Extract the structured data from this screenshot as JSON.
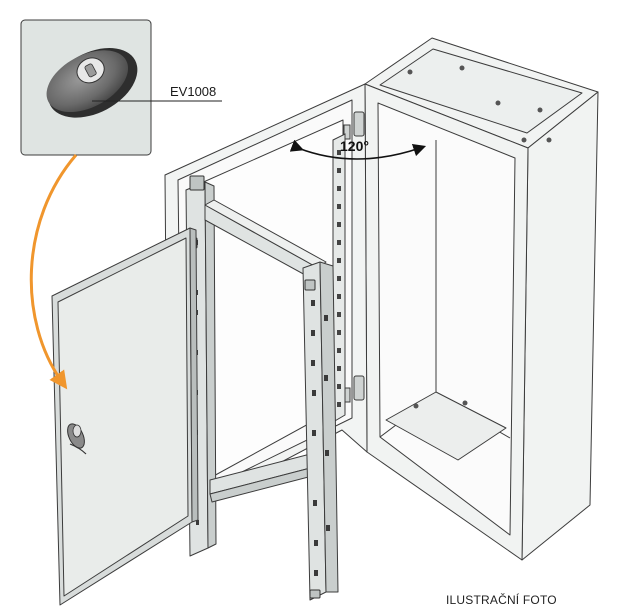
{
  "part_code": "EV1008",
  "angle_label": "120°",
  "caption": "ILUSTRAČNÍ FOTO",
  "colors": {
    "arrow": "#f0962d",
    "cabinet_fill": "#f1f3f2",
    "inset_fill": "#dfe4e2",
    "panel_fill": "#d8dcdb",
    "line": "#3c3c3c"
  },
  "icons": [
    "lock-handle-icon",
    "rotation-arrow-icon",
    "callout-arrow-icon"
  ]
}
